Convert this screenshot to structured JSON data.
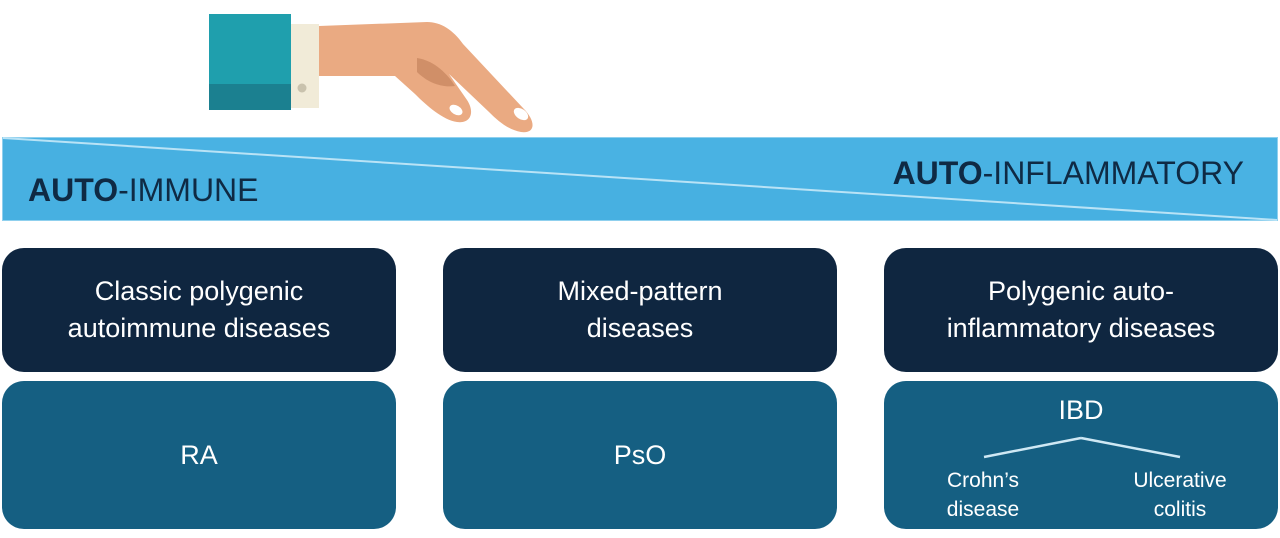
{
  "spectrum": {
    "left": {
      "bold": "AUTO",
      "rest": "-IMMUNE"
    },
    "right": {
      "bold": "AUTO",
      "rest": "-INFLAMMATORY"
    },
    "colors": {
      "bar": "#49b2e3",
      "bar_light": "#7ccbf0",
      "outline": "#8fd0ee"
    }
  },
  "columns": [
    {
      "heading": "Classic polygenic autoimmune diseases",
      "example": "RA"
    },
    {
      "heading": "Mixed-pattern diseases",
      "example": "PsO"
    },
    {
      "heading": "Polygenic auto-inflammatory diseases",
      "example": "IBD",
      "subtypes": [
        "Crohn’s disease",
        "Ulcerative colitis"
      ]
    }
  ],
  "colors": {
    "heading_bg": "#0f2640",
    "example_bg": "#155f82",
    "text": "#ffffff"
  }
}
